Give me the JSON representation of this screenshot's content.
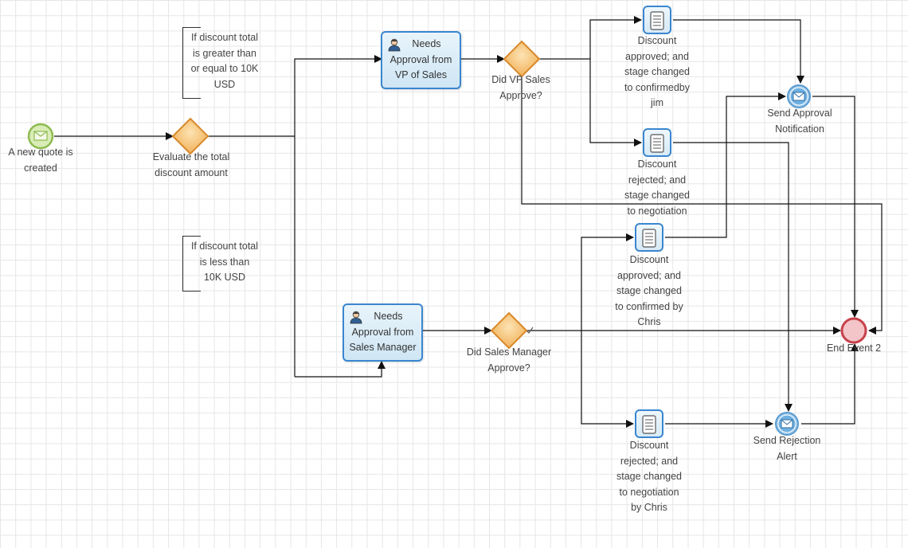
{
  "start_event": {
    "label": "A new quote is created"
  },
  "gateways": {
    "evaluate": {
      "label": "Evaluate the total discount amount"
    },
    "vp_approve": {
      "label": "Did VP Sales Approve?"
    },
    "mgr_approve": {
      "label": "Did Sales Manager Approve?"
    }
  },
  "annotations": {
    "greater": [
      "If discount total",
      "is greater than",
      "or equal to 10K",
      "USD"
    ],
    "less": [
      "If discount total",
      "is less than",
      "10K USD"
    ]
  },
  "tasks": {
    "vp": [
      "Needs",
      "Approval from",
      "VP of Sales"
    ],
    "mgr": [
      "Needs",
      "Approval from",
      "Sales Manager"
    ]
  },
  "scripts": {
    "vp_approved": [
      "Discount",
      "approved; and",
      "stage changed",
      "to confirmedby",
      "jim"
    ],
    "vp_rejected": [
      "Discount",
      "rejected; and",
      "stage changed",
      "to negotiation"
    ],
    "mgr_approved": [
      "Discount",
      "approved; and",
      "stage changed",
      "to confirmed by",
      "Chris"
    ],
    "mgr_rejected": [
      "Discount",
      "rejected; and",
      "stage changed",
      "to negotiation",
      "by Chris"
    ]
  },
  "message_events": {
    "approval": [
      "Send Approval",
      "Notification"
    ],
    "rejection": [
      "Send Rejection",
      "Alert"
    ]
  },
  "end_event": {
    "label": "End Event 2"
  },
  "colors": {
    "start_stroke": "#8dbb4f",
    "start_fill": "#d9ecb6",
    "gateway_stroke": "#d8892b",
    "gateway_fill": "#f7c57a",
    "task_border": "#3a86cf",
    "message_fill": "#9ec9ea",
    "end_stroke": "#c7414a",
    "end_fill": "#f3c5c9"
  }
}
